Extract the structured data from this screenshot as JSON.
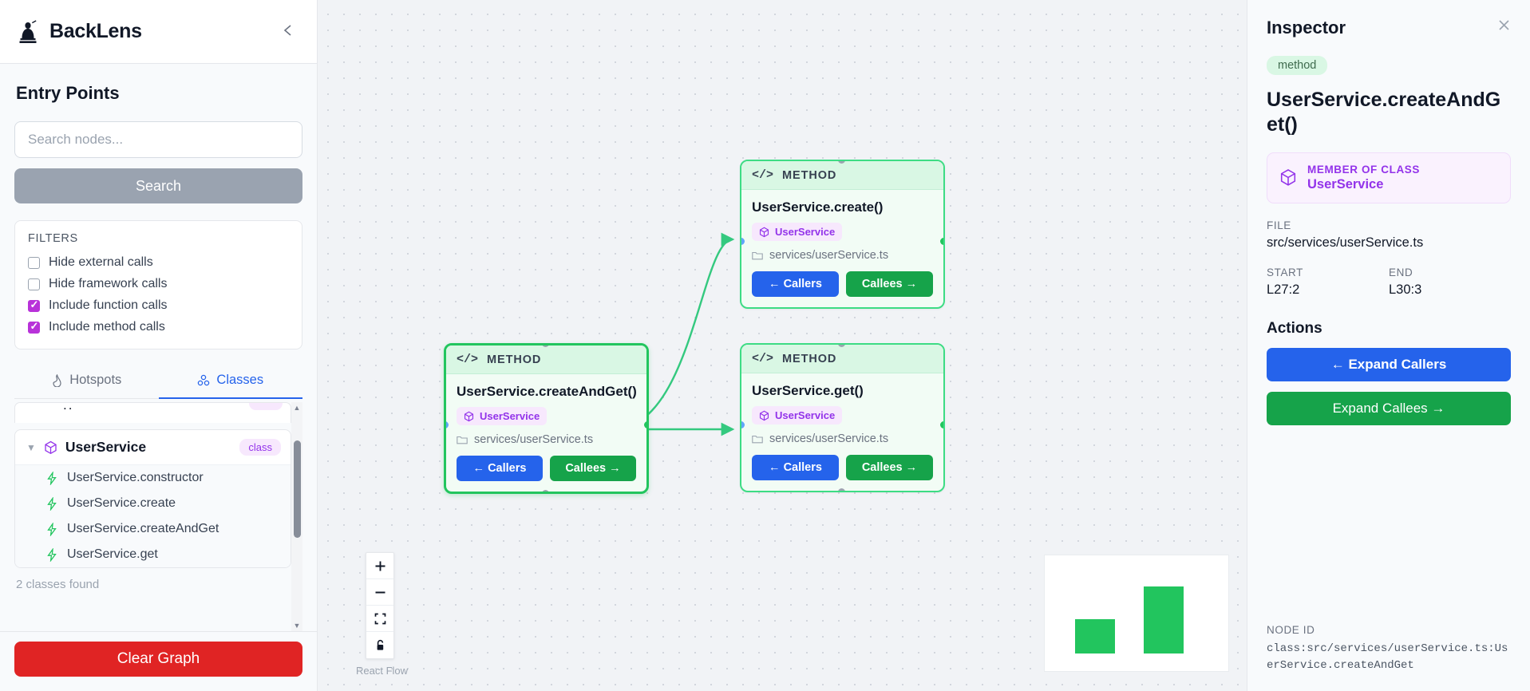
{
  "app": {
    "brand": "BackLens",
    "collapse_icon": "chevron-left-icon"
  },
  "sidebar": {
    "section_title": "Entry Points",
    "search": {
      "placeholder": "Search nodes...",
      "value": "",
      "button_label": "Search"
    },
    "filters": {
      "label": "FILTERS",
      "items": [
        {
          "label": "Hide external calls",
          "checked": false
        },
        {
          "label": "Hide framework calls",
          "checked": false
        },
        {
          "label": "Include function calls",
          "checked": true
        },
        {
          "label": "Include method calls",
          "checked": true
        }
      ]
    },
    "tabs": [
      {
        "label": "Hotspots",
        "icon": "flame-icon",
        "active": false
      },
      {
        "label": "Classes",
        "icon": "cubes-icon",
        "active": true
      }
    ],
    "tree": {
      "class_name": "UserService",
      "class_badge": "class",
      "members": [
        "UserService.constructor",
        "UserService.create",
        "UserService.createAndGet",
        "UserService.get"
      ],
      "status": "2 classes found"
    },
    "clear_button": "Clear Graph"
  },
  "canvas": {
    "attribution": "React Flow",
    "controls": [
      {
        "name": "zoom-in-icon",
        "glyph": "+"
      },
      {
        "name": "zoom-out-icon",
        "glyph": "−"
      },
      {
        "name": "fit-view-icon",
        "glyph": "⛶"
      },
      {
        "name": "lock-icon",
        "glyph": "🔒"
      }
    ],
    "nodes": [
      {
        "id": "create",
        "kind": "METHOD",
        "title": "UserService.create()",
        "chip": "UserService",
        "file": "services/userService.ts",
        "callers_label": "← Callers",
        "callees_label": "Callees →",
        "selected": false
      },
      {
        "id": "createAndGet",
        "kind": "METHOD",
        "title": "UserService.createAndGet()",
        "chip": "UserService",
        "file": "services/userService.ts",
        "callers_label": "← Callers",
        "callees_label": "Callees →",
        "selected": true
      },
      {
        "id": "get",
        "kind": "METHOD",
        "title": "UserService.get()",
        "chip": "UserService",
        "file": "services/userService.ts",
        "callers_label": "← Callers",
        "callees_label": "Callees →",
        "selected": false
      }
    ]
  },
  "inspector": {
    "title": "Inspector",
    "close_icon": "close-icon",
    "kind_badge": "method",
    "node_name": "UserService.createAndGet()",
    "member_of": {
      "label": "MEMBER OF CLASS",
      "value": "UserService",
      "icon": "cube-icon"
    },
    "file_label": "FILE",
    "file_value": "src/services/userService.ts",
    "start_label": "START",
    "start_value": "L27:2",
    "end_label": "END",
    "end_value": "L30:3",
    "actions_title": "Actions",
    "expand_callers": "←  Expand Callers",
    "expand_callees": "Expand Callees  →",
    "node_id_label": "NODE ID",
    "node_id_value": "class:src/services/userService.ts:UserService.createAndGet"
  },
  "colors": {
    "accent_blue": "#2563eb",
    "accent_green": "#16a34a",
    "accent_purple": "#9333ea",
    "danger_red": "#e02424",
    "node_green_border": "#3ddc84"
  }
}
